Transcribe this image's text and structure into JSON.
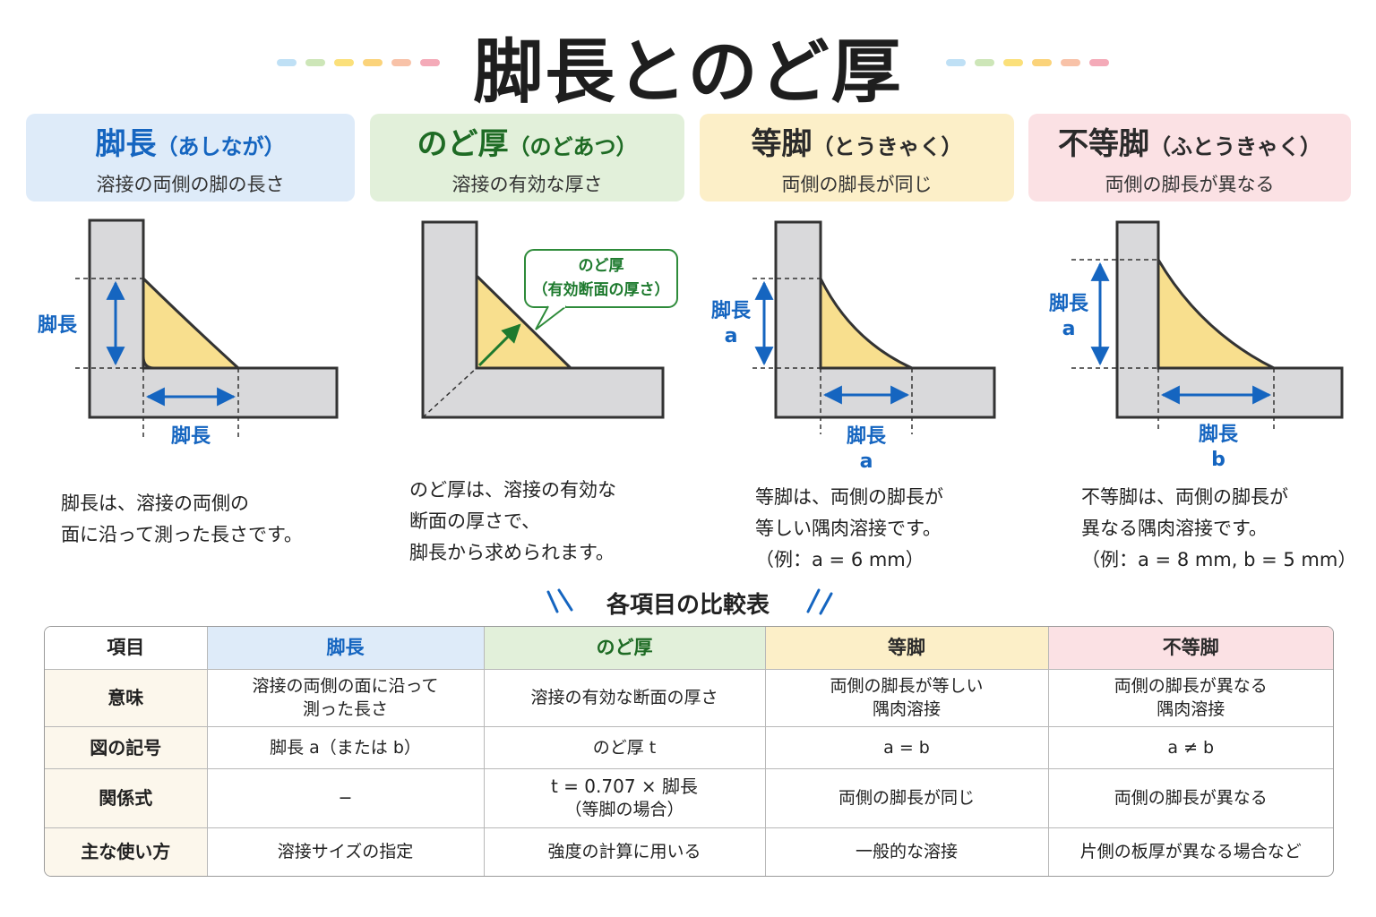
{
  "title": "脚長とのど厚",
  "colors": {
    "blue": "#1565c0",
    "green": "#1e7a2e",
    "leg_fill": "#f8df8e",
    "plate_fill": "#d9d9db"
  },
  "cards": [
    {
      "title": "脚長",
      "reading": "（あしなが）",
      "subtitle": "溶接の両側の脚の長さ",
      "bg": "#deebf9",
      "color": "#1565c0"
    },
    {
      "title": "のど厚",
      "reading": "（のどあつ）",
      "subtitle": "溶接の有効な厚さ",
      "bg": "#e2f0da",
      "color": "#1e6b24"
    },
    {
      "title": "等脚",
      "reading": "（とうきゃく）",
      "subtitle": "両側の脚長が同じ",
      "bg": "#fcefc8",
      "color": "#2a2a2a"
    },
    {
      "title": "不等脚",
      "reading": "（ふとうきゃく）",
      "subtitle": "両側の脚長が異なる",
      "bg": "#fbe1e4",
      "color": "#2a2a2a"
    }
  ],
  "figures": {
    "fig1": {
      "label_vertical": "脚長",
      "label_horizontal": "脚長"
    },
    "fig2": {
      "callout_line1": "のど厚",
      "callout_line2": "（有効断面の厚さ）"
    },
    "fig3": {
      "label_vertical_1": "脚長",
      "label_vertical_2": "a",
      "label_horizontal_1": "脚長",
      "label_horizontal_2": "a"
    },
    "fig4": {
      "label_vertical_1": "脚長",
      "label_vertical_2": "a",
      "label_horizontal_1": "脚長",
      "label_horizontal_2": "b"
    }
  },
  "descriptions": [
    [
      "脚長は、溶接の両側の",
      "面に沿って測った長さです。"
    ],
    [
      "のど厚は、溶接の有効な",
      "断面の厚さで、",
      "脚長から求められます。"
    ],
    [
      "等脚は、両側の脚長が",
      "等しい隅肉溶接です。",
      "（例：a = 6 mm）"
    ],
    [
      "不等脚は、両側の脚長が",
      "異なる隅肉溶接です。",
      "（例：a = 8 mm, b = 5 mm）"
    ]
  ],
  "comparison": {
    "heading": "各項目の比較表",
    "headers": [
      "項目",
      "脚長",
      "のど厚",
      "等脚",
      "不等脚"
    ],
    "rows": [
      {
        "label": "意味",
        "cells": [
          [
            "溶接の両側の面に沿って",
            "測った長さ"
          ],
          [
            "溶接の有効な断面の厚さ"
          ],
          [
            "両側の脚長が等しい",
            "隅肉溶接"
          ],
          [
            "両側の脚長が異なる",
            "隅肉溶接"
          ]
        ]
      },
      {
        "label": "図の記号",
        "cells": [
          [
            "脚長 a（または b）"
          ],
          [
            "のど厚 t"
          ],
          [
            "a = b"
          ],
          [
            "a ≠ b"
          ]
        ]
      },
      {
        "label": "関係式",
        "cells": [
          [
            "−"
          ],
          [
            "t = 0.707 × 脚長",
            "（等脚の場合）"
          ],
          [
            "両側の脚長が同じ"
          ],
          [
            "両側の脚長が異なる"
          ]
        ]
      },
      {
        "label": "主な使い方",
        "cells": [
          [
            "溶接サイズの指定"
          ],
          [
            "強度の計算に用いる"
          ],
          [
            "一般的な溶接"
          ],
          [
            "片側の板厚が異なる場合など"
          ]
        ]
      }
    ]
  }
}
